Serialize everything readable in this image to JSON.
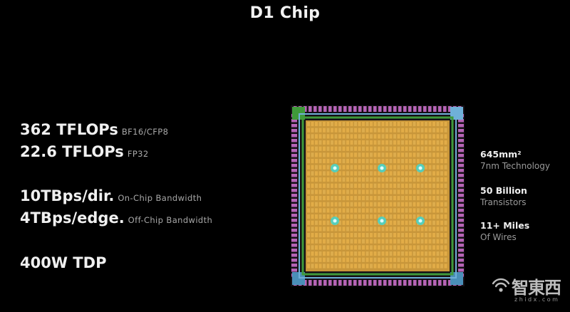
{
  "slide": {
    "title": "D1 Chip"
  },
  "specs": [
    {
      "main": "362 TFLOPs",
      "sub": "BF16/CFP8"
    },
    {
      "main": "22.6 TFLOPs",
      "sub": "FP32"
    },
    {
      "main": "10TBps/dir.",
      "sub": "On-Chip Bandwidth"
    },
    {
      "main": "4TBps/edge.",
      "sub": "Off-Chip Bandwidth"
    },
    {
      "main": "400W TDP",
      "sub": ""
    }
  ],
  "chip_specs": [
    {
      "main": "645mm²",
      "sub": "7nm Technology"
    },
    {
      "main": "50 Billion",
      "sub": "Transistors"
    },
    {
      "main": "11+ Miles",
      "sub": "Of Wires"
    }
  ],
  "watermark": {
    "text": "智東西",
    "url": "zhidx.com"
  },
  "colors": {
    "background": "#000000",
    "die_core": "#c8963a",
    "die_grid": "#e6b04a",
    "io_pad": "#c86ec8",
    "io_inner": "#6fb0d8",
    "frame_green": "#3f9a3a",
    "node_cyan": "#3fd6d0"
  }
}
